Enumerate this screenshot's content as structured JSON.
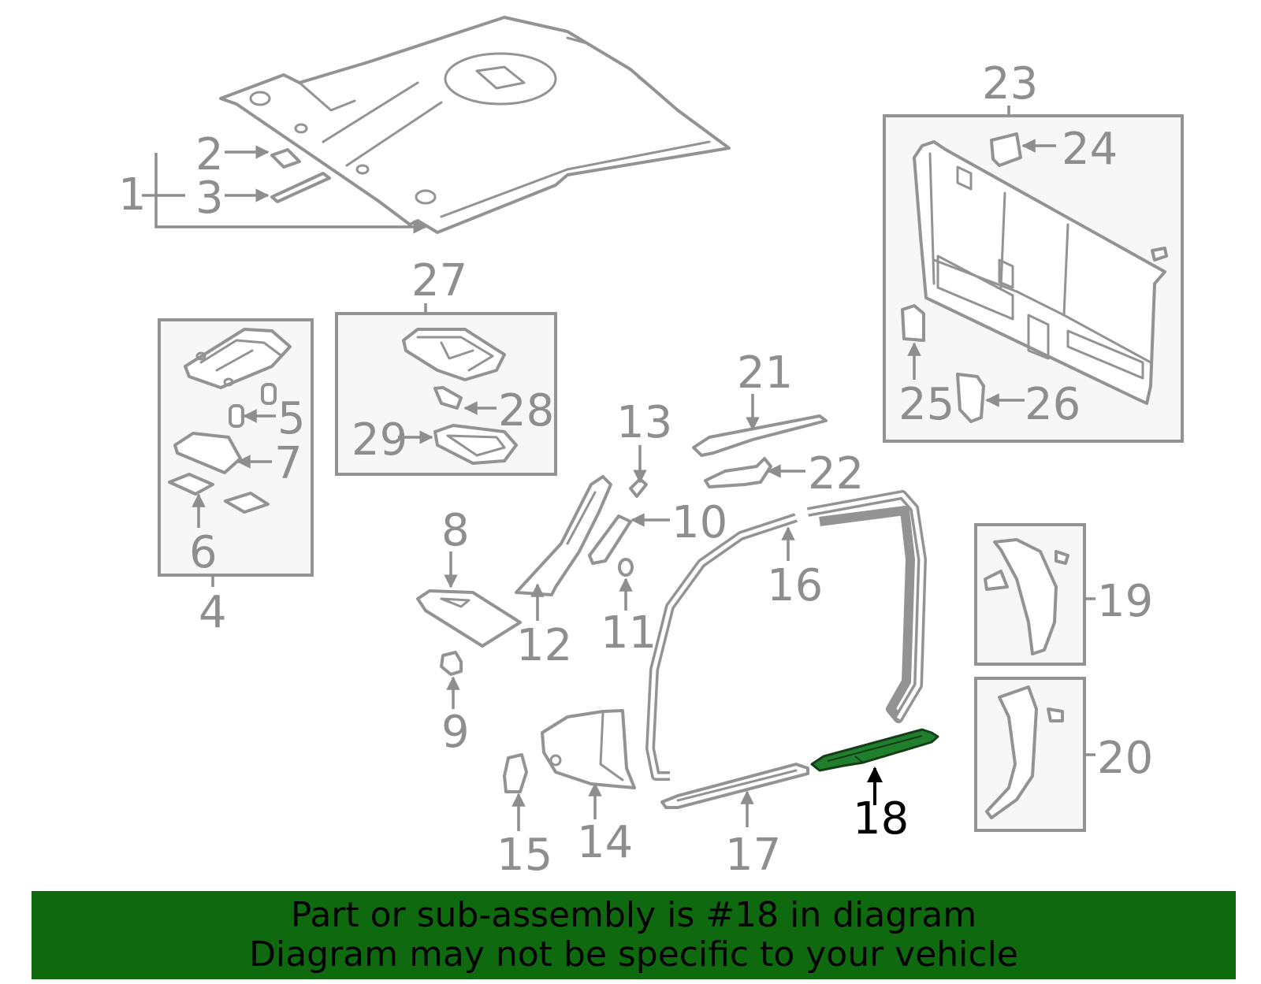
{
  "diagram": {
    "highlight_color": "#1f7f2c",
    "label_color": "#8e8e8e",
    "highlighted_part": "18",
    "callouts": [
      "1",
      "2",
      "3",
      "4",
      "5",
      "6",
      "7",
      "8",
      "9",
      "10",
      "11",
      "12",
      "13",
      "14",
      "15",
      "16",
      "17",
      "18",
      "19",
      "20",
      "21",
      "22",
      "23",
      "24",
      "25",
      "26",
      "27",
      "28",
      "29"
    ]
  },
  "banner": {
    "background": "#0f6a0f",
    "line1": "Part or sub-assembly is #18 in diagram",
    "line2": "Diagram may not be specific to your vehicle"
  }
}
